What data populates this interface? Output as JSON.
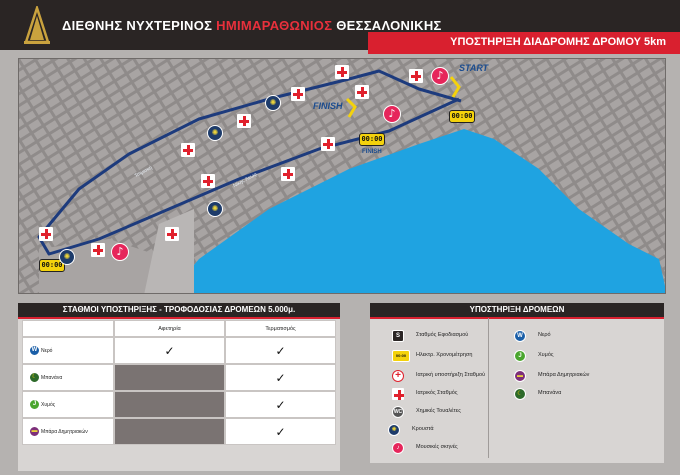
{
  "header": {
    "title_part1": "ΔΙΕΘΝΗΣ ΝΥΧΤΕΡΙΝΟΣ ",
    "title_highlight": "ΗΜΙΜΑΡΑΘΩΝΙΟΣ",
    "title_part2": " ΘΕΣΣΑΛΟΝΙΚΗΣ",
    "banner": "ΥΠΟΣΤΗΡΙΞΗ ΔΙΑΔΡΟΜΗΣ ΔΡΟΜΟΥ 5km"
  },
  "map": {
    "start_label": "START",
    "finish_label": "FINISH",
    "finish_small": "FINISH",
    "timer_text": "00:00",
    "street1": "Τσιμισκή",
    "street2": "Νίκης Λεωφ.",
    "colors": {
      "sea": "#1fa3e1",
      "route": "#1d3b7d",
      "cross": "#e0202c",
      "music": "#e6265b",
      "timer": "#f4d20c"
    }
  },
  "stations": {
    "title": "ΣΤΑΘΜΟΙ ΥΠΟΣΤΗΡΙΞΗΣ - ΤΡΟΦΟΔΟΣΙΑΣ ΔΡΟΜΕΩΝ 5.000μ.",
    "col_start": "Αφετηρία",
    "col_finish": "Τερματισμός",
    "rows": [
      {
        "icon": "W",
        "label": "Νερό",
        "start": true,
        "finish": true
      },
      {
        "icon": "",
        "label": "Μπανάνα",
        "start": false,
        "finish": true
      },
      {
        "icon": "J",
        "label": "Χυμός",
        "start": false,
        "finish": true
      },
      {
        "icon": "",
        "label": "Μπάρα Δημητριακών",
        "start": false,
        "finish": true
      }
    ],
    "check_symbol": "✓"
  },
  "support": {
    "title": "ΥΠΟΣΤΗΡΙΞΗ ΔΡΟΜΕΩΝ",
    "left": [
      {
        "icon": "S",
        "label": "Σταθμός Εφοδιασμού"
      },
      {
        "icon": "00:00",
        "label": "Ηλεκτρ. Χρονομέτρηση"
      },
      {
        "icon": "+",
        "label": "Ιατρική υποστήριξη Σταθμού"
      },
      {
        "icon": "+",
        "label": "Ιατρικός Σταθμός"
      },
      {
        "icon": "WC",
        "label": "Χημικές Τουαλέτες"
      },
      {
        "icon": "kiosk",
        "label": "Κρουστά"
      },
      {
        "icon": "music",
        "label": "Μουσικές σκηνές"
      }
    ],
    "right": [
      {
        "icon": "W",
        "label": "Νερό"
      },
      {
        "icon": "J",
        "label": "Χυμός"
      },
      {
        "icon": "",
        "label": "Μπάρα Δημητριακών"
      },
      {
        "icon": "",
        "label": "Μπανάνα"
      }
    ]
  }
}
